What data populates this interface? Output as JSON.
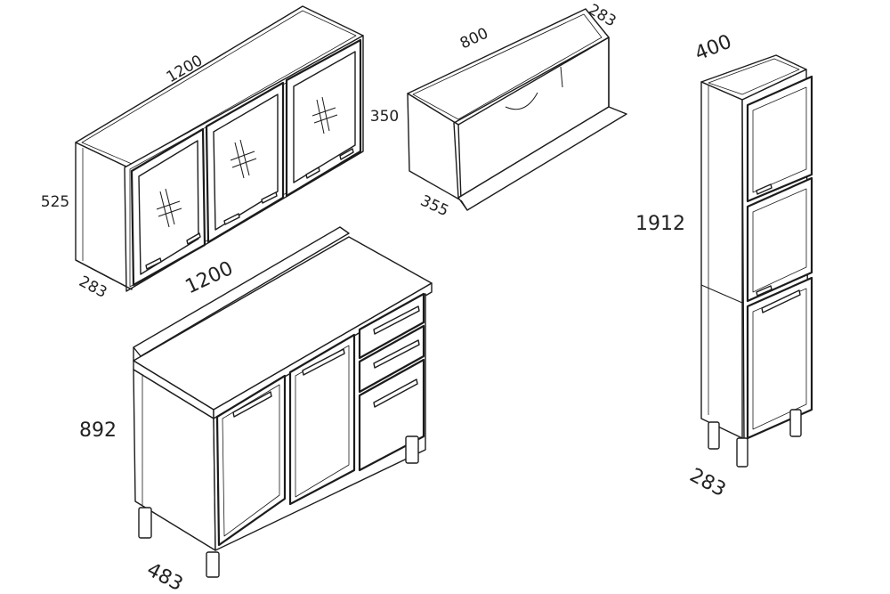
{
  "colors": {
    "line": "#1c1c1c",
    "fill": "#ffffff",
    "text": "#222222"
  },
  "wall_cabinet_glass": {
    "width": "1200",
    "height": "525",
    "depth": "283"
  },
  "wall_cabinet_open": {
    "width": "800",
    "height": "350",
    "depth_top": "283",
    "depth_bottom": "355"
  },
  "base_cabinet": {
    "width": "1200",
    "height": "892",
    "depth": "483"
  },
  "tall_cabinet": {
    "width": "400",
    "height": "1912",
    "depth": "283"
  }
}
